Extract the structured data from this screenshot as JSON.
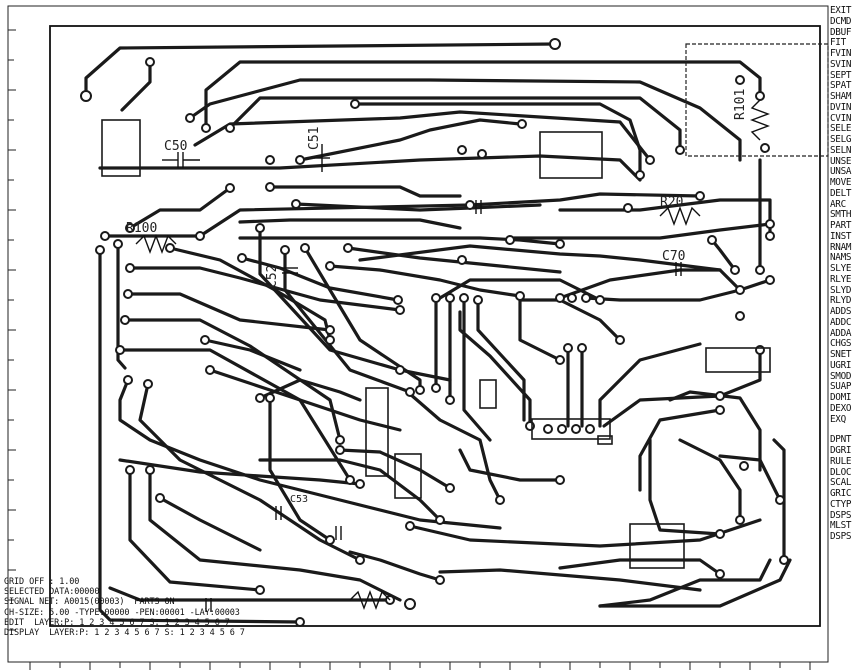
{
  "menu": [
    "EXIT",
    "DCMD",
    "DBUF",
    "FIT",
    "FVIN",
    "SVIN",
    "SEPT",
    "SPAT",
    "SHAM",
    "DVIN",
    "CVIN",
    "SELE",
    "SELG",
    "SELN",
    "UNSE",
    "UNSA",
    "MOVE",
    "DELT",
    "ARC",
    "SMTH",
    "PART",
    "INST",
    "RNAM",
    "NAMS",
    "SLYE",
    "RLYE",
    "SLYD",
    "RLYD",
    "ADDS",
    "ADDC",
    "ADDA",
    "CHGS",
    "SNET",
    "UGRI",
    "SMOD",
    "SUAP",
    "DOMI",
    "DEXO",
    "EXQ",
    "DPNT",
    "DGRI",
    "RULE",
    "DLOC",
    "SCAL",
    "GRIC",
    "CTYP",
    "DSPS",
    "MLST",
    "DSPS"
  ],
  "status": {
    "grid": "GRID OFF : 1.00",
    "selected": "SELECTED DATA:00000",
    "signal": "SIGNAL NET: A0015(00003)",
    "parts": "PARTS ON",
    "chsize": "CH-SIZE:  5.00 -TYPE:00000 -PEN:00001 -LAY:00003",
    "edit_label": "EDIT",
    "edit_layers": "LAYER:P: 1 2 3 4 5 6 7   S: 1 2 3 4 5 6 7",
    "display_label": "DISPLAY",
    "display_layers": "LAYER:P: 1 2 3 4 5 6 7   S: 1 2 3 4 5 6 7"
  },
  "refs": {
    "c50": "C50",
    "c51": "C51",
    "c52": "C52",
    "c53": "C53",
    "c70": "C70",
    "r20": "R20",
    "r100": "R100",
    "r101": "R101"
  }
}
